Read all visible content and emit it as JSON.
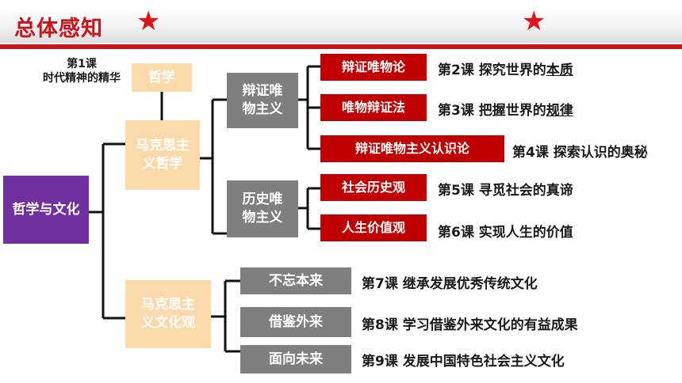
{
  "header": {
    "title": "总体感知"
  },
  "root": "哲学与文化",
  "lesson1": {
    "num": "第1课",
    "title": "时代精神的精华"
  },
  "philosophy": "哲学",
  "marx_philosophy": "马克思主义哲学",
  "marx_culture": "马克思主义文化观",
  "dialectical": "辩证唯物主义",
  "historical": "历史唯物主义",
  "red_items": [
    "辩证唯物论",
    "唯物辩证法",
    "辩证唯物主义认识论",
    "社会历史观",
    "人生价值观"
  ],
  "gray_items": [
    "不忘本来",
    "借鉴外来",
    "面向未来"
  ],
  "lessons": [
    {
      "pre": "第2课 探究世界的",
      "em": "本质"
    },
    {
      "pre": "第3课 把握世界的",
      "em": "规律"
    },
    {
      "pre": "第4课 探索认识的奥秘",
      "em": ""
    },
    {
      "pre": "第5课 寻觅社会的真谛",
      "em": ""
    },
    {
      "pre": "第6课 实现人生的价值",
      "em": ""
    },
    {
      "pre": "第7课 继承发展优秀传统文化",
      "em": ""
    },
    {
      "pre": "第8课 学习借鉴外来文化的有益成果",
      "em": ""
    },
    {
      "pre": "第9课 发展中国特色社会主义文化",
      "em": ""
    }
  ]
}
